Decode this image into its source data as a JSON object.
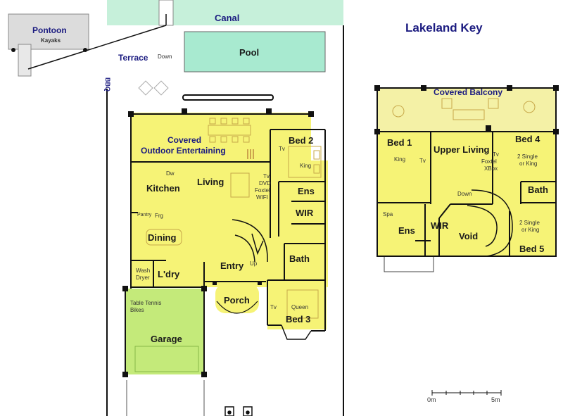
{
  "title": "Lakeland Key",
  "colors": {
    "room": "#f6f376",
    "balcony": "#f4f1a6",
    "water": "#c6f0da",
    "pool": "#a8ead0",
    "garage": "#c4ea7a",
    "wall": "#111111"
  },
  "outside": {
    "pontoon": "Pontoon",
    "kayaks": "Kayaks",
    "canal": "Canal",
    "pool": "Pool",
    "terrace": "Terrace",
    "down": "Down",
    "bbq": "BBQ"
  },
  "ground": {
    "covered": "Covered",
    "outdoor_entertaining": "Outdoor Entertaining",
    "kitchen": "Kitchen",
    "dw": "Dw",
    "pantry": "Pantry",
    "frg": "Frg",
    "living": "Living",
    "tv": "Tv",
    "dvd": "DVD",
    "foxtel": "Foxtel",
    "wifi": "WIFI",
    "dining": "Dining",
    "wash": "Wash",
    "dryer": "Dryer",
    "laundry": "L'dry",
    "entry": "Entry",
    "up": "Up",
    "porch": "Porch",
    "bed2": "Bed 2",
    "bed2_tv": "Tv",
    "bed2_bed": "King",
    "ens": "Ens",
    "wir": "WIR",
    "bath": "Bath",
    "bed3": "Bed 3",
    "bed3_tv": "Tv",
    "bed3_bed": "Queen",
    "table_tennis": "Table Tennis",
    "bikes": "Bikes",
    "garage": "Garage"
  },
  "upper": {
    "covered_balcony": "Covered Balcony",
    "bed1": "Bed 1",
    "bed1_bed": "King",
    "bed1_tv": "Tv",
    "upper_living": "Upper Living",
    "ul_tv": "Tv",
    "ul_foxtel": "Foxtel",
    "ul_xbox": "XBox",
    "bed4": "Bed 4",
    "bed4_bed1": "2 Single",
    "bed4_bed2": "or King",
    "bath": "Bath",
    "down": "Down",
    "spa": "Spa",
    "ens": "Ens",
    "wir": "WIR",
    "void": "Void",
    "bed5": "Bed 5",
    "bed5_bed1": "2 Single",
    "bed5_bed2": "or King"
  },
  "scale": {
    "start": "0m",
    "end": "5m"
  }
}
